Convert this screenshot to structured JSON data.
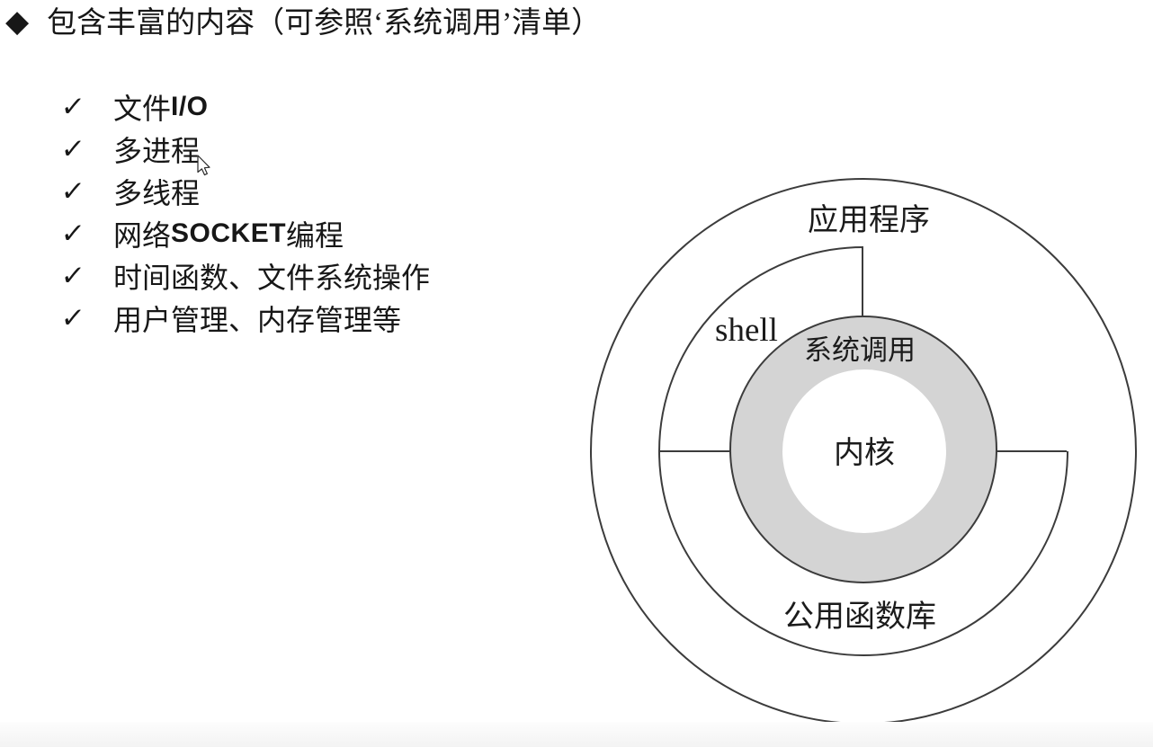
{
  "slide": {
    "title": {
      "bullet": "◆",
      "text": "包含丰富的内容（可参照‘系统调用’清单）"
    },
    "checklist": {
      "marker": "✓",
      "items": [
        {
          "pre": "文件",
          "bold": "I/O",
          "post": ""
        },
        {
          "pre": "多进程",
          "bold": "",
          "post": ""
        },
        {
          "pre": "多线程",
          "bold": "",
          "post": ""
        },
        {
          "pre": "网络",
          "bold": "SOCKET",
          "post": "编程"
        },
        {
          "pre": "时间函数、文件系统操作",
          "bold": "",
          "post": ""
        },
        {
          "pre": "用户管理、内存管理等",
          "bold": "",
          "post": ""
        }
      ]
    },
    "diagram": {
      "labels": {
        "applications": "应用程序",
        "shell": "shell",
        "system_calls": "系统调用",
        "kernel": "内核",
        "library": "公用函数库"
      },
      "colors": {
        "stroke": "#3c3c3c",
        "syscall_fill": "#d4d4d4",
        "text": "#1b1b1b"
      }
    },
    "cursor": "pointer-arrow"
  }
}
